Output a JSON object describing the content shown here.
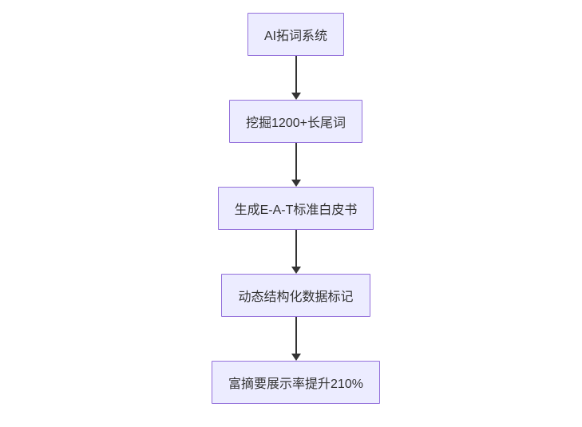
{
  "diagram": {
    "type": "flowchart",
    "direction": "top-down",
    "nodes": [
      {
        "id": "n1",
        "label": "AI拓词系统"
      },
      {
        "id": "n2",
        "label": "挖掘1200+长尾词"
      },
      {
        "id": "n3",
        "label": "生成E-A-T标准白皮书"
      },
      {
        "id": "n4",
        "label": "动态结构化数据标记"
      },
      {
        "id": "n5",
        "label": "富摘要展示率提升210%"
      }
    ],
    "edges": [
      {
        "from": "n1",
        "to": "n2"
      },
      {
        "from": "n2",
        "to": "n3"
      },
      {
        "from": "n3",
        "to": "n4"
      },
      {
        "from": "n4",
        "to": "n5"
      }
    ],
    "colors": {
      "background": "#ffffff",
      "node_fill": "#ECECFF",
      "node_border": "#9370DB",
      "text": "#333333",
      "arrow": "#333333"
    }
  }
}
